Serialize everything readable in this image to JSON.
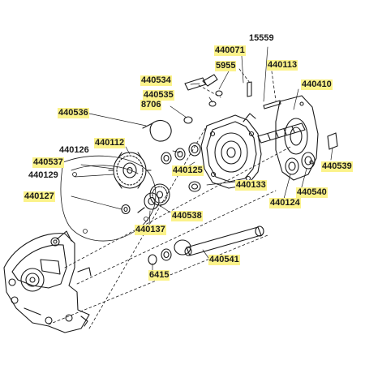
{
  "parts": [
    {
      "id": "p15559",
      "number": "15559",
      "highlighted": false
    },
    {
      "id": "p440071",
      "number": "440071",
      "highlighted": true
    },
    {
      "id": "p5955",
      "number": "5955",
      "highlighted": true
    },
    {
      "id": "p440113",
      "number": "440113",
      "highlighted": true
    },
    {
      "id": "p440410",
      "number": "440410",
      "highlighted": true
    },
    {
      "id": "p440534",
      "number": "440534",
      "highlighted": true
    },
    {
      "id": "p440535",
      "number": "440535",
      "highlighted": true
    },
    {
      "id": "p8706",
      "number": "8706",
      "highlighted": true
    },
    {
      "id": "p440536",
      "number": "440536",
      "highlighted": true
    },
    {
      "id": "p440112",
      "number": "440112",
      "highlighted": true
    },
    {
      "id": "p440126",
      "number": "440126",
      "highlighted": false
    },
    {
      "id": "p440537",
      "number": "440537",
      "highlighted": true
    },
    {
      "id": "p440129",
      "number": "440129",
      "highlighted": false
    },
    {
      "id": "p440125",
      "number": "440125",
      "highlighted": true
    },
    {
      "id": "p440539",
      "number": "440539",
      "highlighted": true
    },
    {
      "id": "p440133",
      "number": "440133",
      "highlighted": true
    },
    {
      "id": "p440127",
      "number": "440127",
      "highlighted": true
    },
    {
      "id": "p440540",
      "number": "440540",
      "highlighted": true
    },
    {
      "id": "p440124",
      "number": "440124",
      "highlighted": true
    },
    {
      "id": "p440538",
      "number": "440538",
      "highlighted": true
    },
    {
      "id": "p440137",
      "number": "440137",
      "highlighted": true
    },
    {
      "id": "p440541",
      "number": "440541",
      "highlighted": true
    },
    {
      "id": "p6415",
      "number": "6415",
      "highlighted": true
    }
  ],
  "colors": {
    "highlight": "#fbf28a",
    "line": "#1a1a1a",
    "selected_marker": "#e0301e"
  },
  "icons": {
    "selected_part_marker": "crosshair-icon"
  }
}
